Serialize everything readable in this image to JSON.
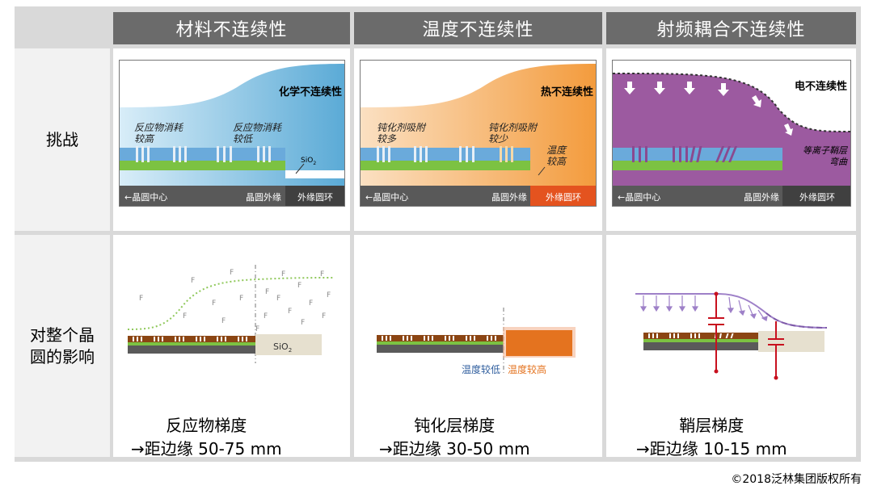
{
  "columns": [
    {
      "title": "材料不连续性"
    },
    {
      "title": "温度不连续性"
    },
    {
      "title": "射频耦合不连续性"
    }
  ],
  "rows": {
    "challenge": "挑战",
    "impact_line1": "对整个晶",
    "impact_line2": "圆的影响"
  },
  "challenge_panels": [
    {
      "heading": "化学不连续性",
      "left_note_1": "反应物消耗",
      "left_note_2": "较高",
      "mid_note_1": "反应物消耗",
      "mid_note_2": "较低",
      "edge_material": "SiO",
      "edge_material_sub": "2",
      "bottom_left": "←晶圆中心",
      "bottom_mid": "晶圆外缘",
      "bottom_right": "外缘圆环",
      "gradient_color": "#74b9dc",
      "ring_color": "#404040"
    },
    {
      "heading": "热不连续性",
      "left_note_1": "钝化剂吸附",
      "left_note_2": "较多",
      "mid_note_1": "钝化剂吸附",
      "mid_note_2": "较少",
      "edge_note_1": "温度",
      "edge_note_2": "较高",
      "bottom_left": "←晶圆中心",
      "bottom_mid": "晶圆外缘",
      "bottom_right": "外缘圆环",
      "gradient_color": "#f4a14a",
      "ring_color": "#e4531f"
    },
    {
      "heading": "电不连续性",
      "edge_note_1": "等离子鞘层",
      "edge_note_2": "弯曲",
      "bottom_left": "←晶圆中心",
      "bottom_mid": "晶圆外缘",
      "bottom_right": "外缘圆环",
      "gradient_color": "#9c5aa0",
      "ring_color": "#404040"
    }
  ],
  "impact_panels": [
    {
      "particle_label": "F",
      "edge_material": "SiO",
      "edge_material_sub": "2",
      "caption_line1": "反应物梯度",
      "caption_line2": "→距边缘  50-75 mm"
    },
    {
      "low_temp": "温度较低",
      "high_temp": "温度较高",
      "low_temp_color": "#2f5e9e",
      "high_temp_color": "#e4731f",
      "caption_line1": "钝化层梯度",
      "caption_line2": "→距边缘  30-50 mm"
    },
    {
      "caption_line1": "鞘层梯度",
      "caption_line2": "→距边缘  10-15 mm"
    }
  ],
  "copyright": "©2018泛林集团版权所有"
}
